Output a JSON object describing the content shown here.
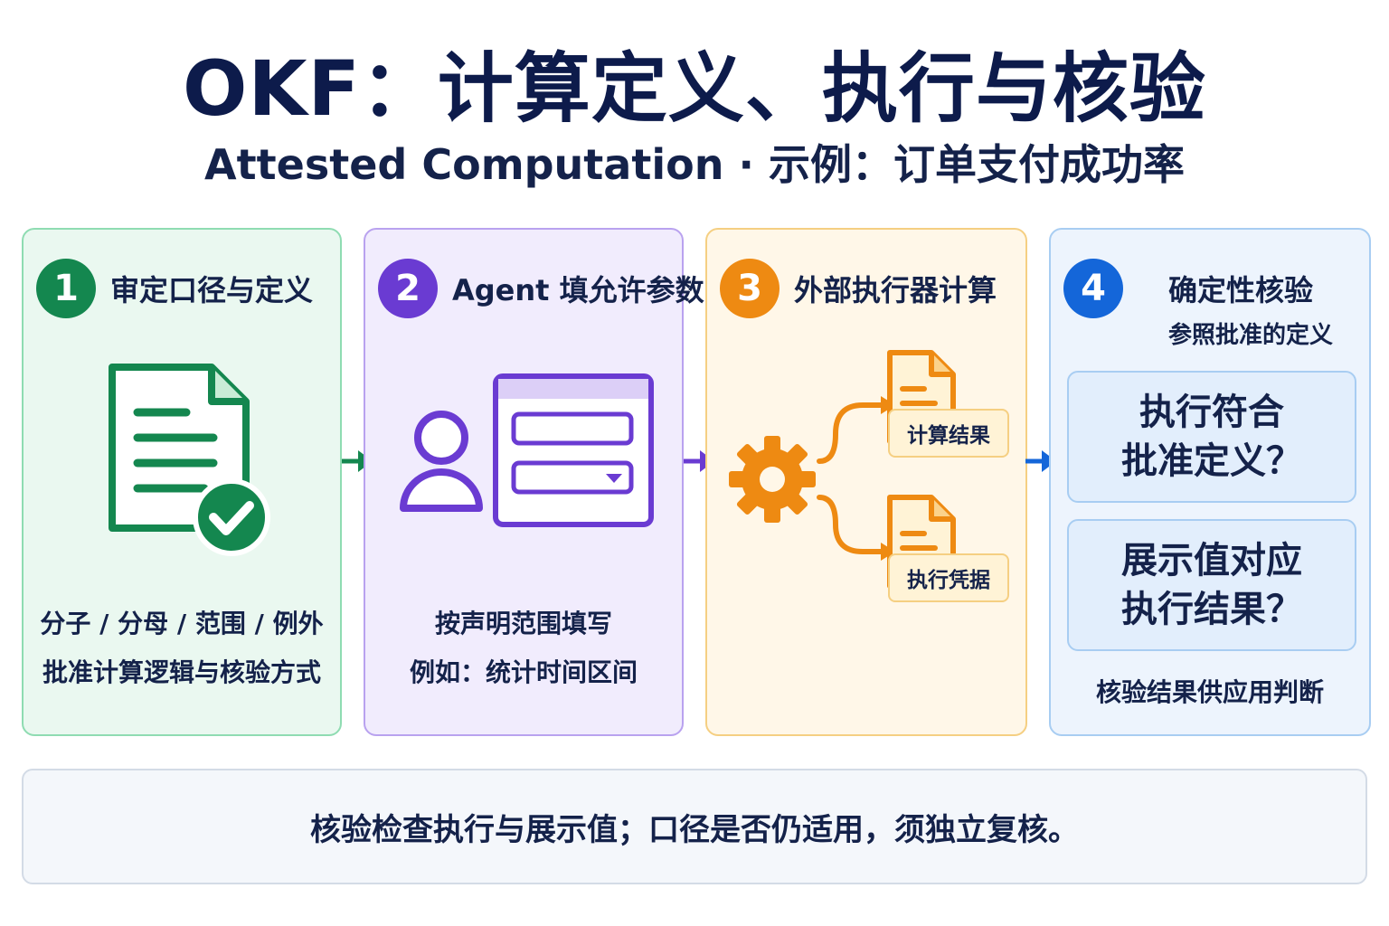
{
  "title": "OKF：计算定义、执行与核验",
  "subtitle": "Attested Computation · 示例：订单支付成功率",
  "steps": [
    {
      "number": "1",
      "title": "审定口径与定义",
      "desc_lines": [
        "分子 / 分母 / 范围 / 例外",
        "批准计算逻辑与核验方式"
      ],
      "color": "#14874f"
    },
    {
      "number": "2",
      "title": "Agent 填允许参数",
      "desc_lines": [
        "按声明范围填写",
        "例如：统计时间区间"
      ],
      "color": "#6a3bd2"
    },
    {
      "number": "3",
      "title": "外部执行器计算",
      "outputs": [
        "计算结果",
        "执行凭据"
      ],
      "color": "#ee8a12"
    },
    {
      "number": "4",
      "title": "确定性核验",
      "note": "参照批准的定义",
      "questions": [
        [
          "执行符合",
          "批准定义？"
        ],
        [
          "展示值对应",
          "执行结果？"
        ]
      ],
      "footer": "核验结果供应用判断",
      "color": "#1466d9"
    }
  ],
  "bottom_note": "核验检查执行与展示值；口径是否仍适用，须独立复核。",
  "icons": [
    "document-check-icon",
    "user-form-icon",
    "gear-icon",
    "file-icon",
    "arrow-right-icon"
  ]
}
